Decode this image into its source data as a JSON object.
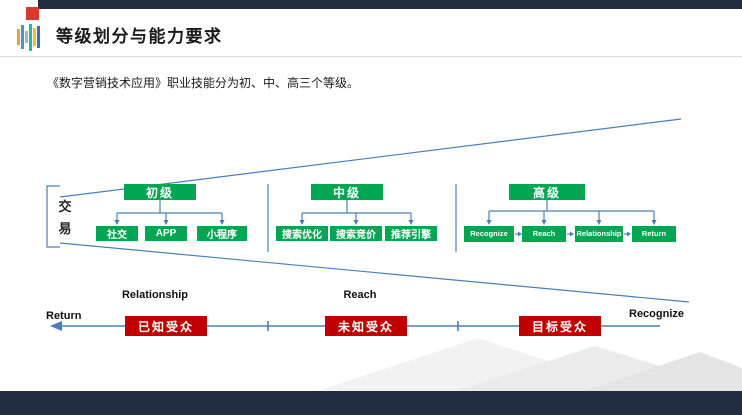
{
  "colors": {
    "navy": "#212c43",
    "green": "#00a651",
    "red": "#c00000",
    "blue": "#4a7ebb",
    "logo_red": "#d93a2b",
    "separator": "#d9d9d9"
  },
  "logo": {
    "bar_colors": [
      "#e8a33d",
      "#4a90d9",
      "#aab2ba",
      "#2bb3a3",
      "#f0c419",
      "#3b6fb6"
    ]
  },
  "header": {
    "title": "等级划分与能力要求"
  },
  "intro": {
    "text": "《数字营销技术应用》职业技能分为初、中、高三个等级。"
  },
  "funnel": {
    "side_label": "交易",
    "levels": [
      {
        "label": "初级",
        "children": [
          "社交",
          "APP",
          "小程序"
        ]
      },
      {
        "label": "中级",
        "children": [
          "搜索优化",
          "搜索竞价",
          "推荐引擎"
        ]
      },
      {
        "label": "高级",
        "children": [
          "Recognize",
          "Reach",
          "Relationship",
          "Return"
        ]
      }
    ]
  },
  "axis": {
    "left_end_label": "Return",
    "right_end_label": "Recognize",
    "upper_labels": [
      "Relationship",
      "Reach"
    ],
    "audience_boxes": [
      "已知受众",
      "未知受众",
      "目标受众"
    ]
  }
}
